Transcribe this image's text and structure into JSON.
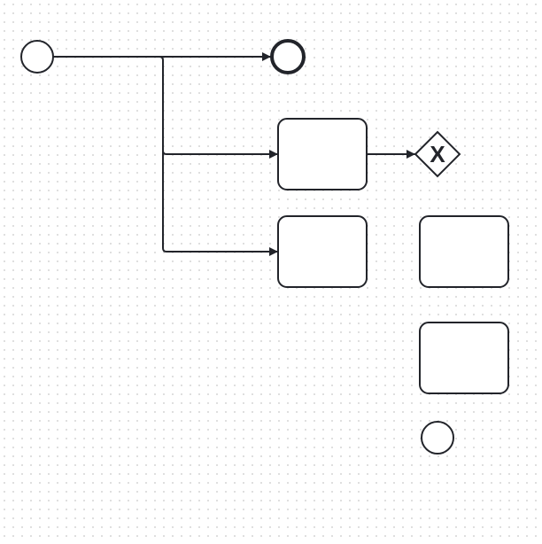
{
  "diagram": {
    "type": "bpmn",
    "stroke_color": "#22242a",
    "fill_color": "#ffffff",
    "grid_color": "#d4d4d4",
    "elements": {
      "start_event": {
        "kind": "start-event",
        "label": ""
      },
      "end_event": {
        "kind": "end-event",
        "label": ""
      },
      "task_1": {
        "kind": "task",
        "label": ""
      },
      "task_2": {
        "kind": "task",
        "label": ""
      },
      "task_3": {
        "kind": "task",
        "label": ""
      },
      "task_4": {
        "kind": "task",
        "label": ""
      },
      "exclusive_gateway": {
        "kind": "exclusive-gateway",
        "marker": "X",
        "label": ""
      },
      "intermediate_event": {
        "kind": "event",
        "label": ""
      }
    },
    "flows": [
      {
        "from": "start_event",
        "to": "end_event"
      },
      {
        "from": "start_event",
        "to": "task_1"
      },
      {
        "from": "start_event",
        "to": "task_2"
      },
      {
        "from": "task_1",
        "to": "exclusive_gateway"
      }
    ]
  }
}
